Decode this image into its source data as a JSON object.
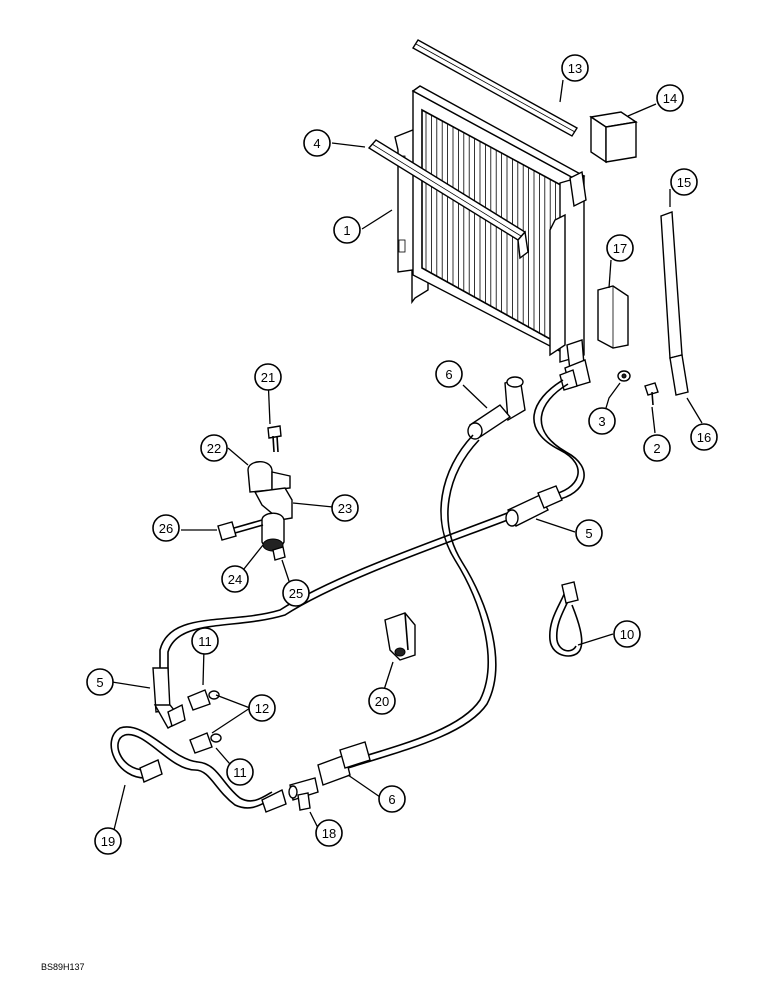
{
  "figure_code": "BS89H137",
  "callouts": [
    {
      "id": "c1",
      "label": "1"
    },
    {
      "id": "c2",
      "label": "2"
    },
    {
      "id": "c3",
      "label": "3"
    },
    {
      "id": "c4",
      "label": "4"
    },
    {
      "id": "c5a",
      "label": "5"
    },
    {
      "id": "c5b",
      "label": "5"
    },
    {
      "id": "c6a",
      "label": "6"
    },
    {
      "id": "c6b",
      "label": "6"
    },
    {
      "id": "c10",
      "label": "10"
    },
    {
      "id": "c11a",
      "label": "11"
    },
    {
      "id": "c11b",
      "label": "11"
    },
    {
      "id": "c12",
      "label": "12"
    },
    {
      "id": "c13",
      "label": "13"
    },
    {
      "id": "c14",
      "label": "14"
    },
    {
      "id": "c15",
      "label": "15"
    },
    {
      "id": "c16",
      "label": "16"
    },
    {
      "id": "c17",
      "label": "17"
    },
    {
      "id": "c18",
      "label": "18"
    },
    {
      "id": "c19",
      "label": "19"
    },
    {
      "id": "c20",
      "label": "20"
    },
    {
      "id": "c21",
      "label": "21"
    },
    {
      "id": "c22",
      "label": "22"
    },
    {
      "id": "c23",
      "label": "23"
    },
    {
      "id": "c24",
      "label": "24"
    },
    {
      "id": "c25",
      "label": "25"
    },
    {
      "id": "c26",
      "label": "26"
    }
  ]
}
